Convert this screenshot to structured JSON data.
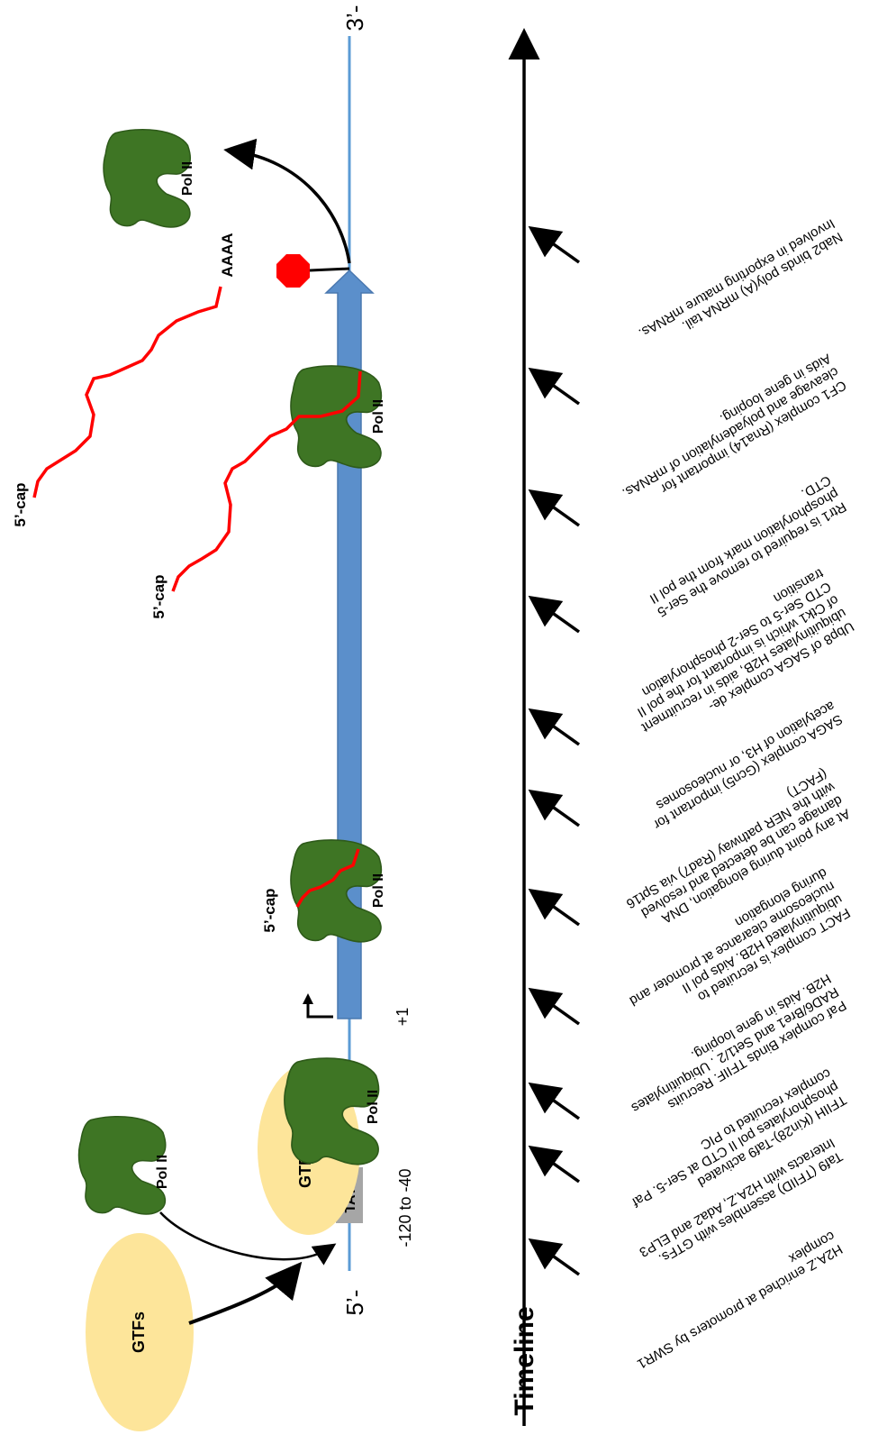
{
  "diagram": {
    "strand": {
      "five_prime": "5’-",
      "three_prime": "3’-"
    },
    "promoter": {
      "tata": "TATA",
      "range": "-120 to -40",
      "tss": "+1"
    },
    "factors": {
      "gtfs": "GTFs",
      "pol": "Pol II",
      "cap": "5’-cap",
      "polya": "AAAA"
    },
    "timeline": {
      "title": "Timeline",
      "events": [
        [
          "H2A.Z enriched at promoters by SWR1",
          "complex"
        ],
        [
          "Taf9 (TFIID) assembles with GTFs.",
          "Interacts with H2A.Z, Ada2 and ELP3"
        ],
        [
          "TFIIH (Kin28)-Taf9 activated",
          "phosphorylates pol II CTD at Ser-5. Paf",
          "complex recruited to PIC"
        ],
        [
          "Paf complex Binds TFIIF. Recruits",
          "RAD6/Bre1 and Set1/2 . Ubiquitinylates",
          "H2B. Aids in gene looping."
        ],
        [
          "FACT complex is recruited to",
          "ubiquitinylated H2B. Aids pol II",
          "nucleosome clearance at promoter and",
          "during elongation"
        ],
        [
          "At any point during elongation, DNA",
          "damage can be detected and resolved",
          "with the NER pathway (Rad7) via Spt16",
          "(FACT)"
        ],
        [
          "SAGA complex (Gcn5) important for",
          "acetylation of H3, or nucleosomes"
        ],
        [
          "Ubp8 of SAGA complex de-",
          "ubiquitinylates H2B, aids in recruitment",
          "of Ctk1 which is important for the pol II",
          "CTD Ser-5 to Ser-2 phosphorylation",
          "transition"
        ],
        [
          "Rtr1 is required to remove the Ser-5",
          "phosphorylation mark from the pol II",
          "CTD."
        ],
        [
          "CF1 complex (Rna14) important for",
          "cleavage and polyadenylation of mRNAs.",
          "Aids in gene looping."
        ],
        [
          "Nab2 binds poly(A) mRNA tail.",
          "Involved in exporting mature mRNAs."
        ]
      ]
    }
  },
  "colors": {
    "dna": "#5b9bd5",
    "gene": "#5b8fcb",
    "gtf": "#fde59a",
    "pol": "#3e7524",
    "rna": "#ff0000",
    "tata": "#a6a6a6",
    "stop": "#ff0000"
  }
}
